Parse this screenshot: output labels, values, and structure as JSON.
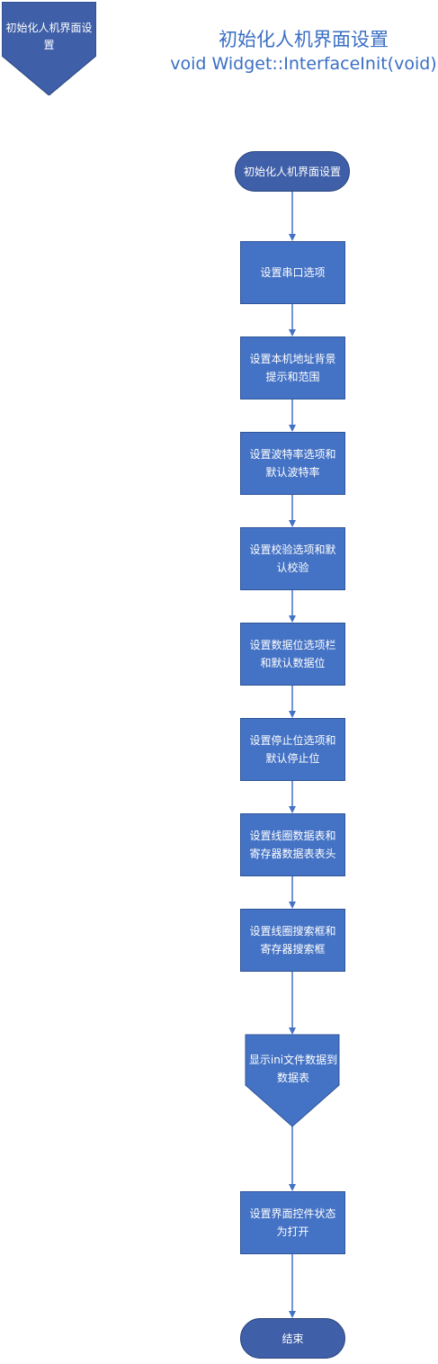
{
  "header": {
    "title": "初始化人机界面设置",
    "subtitle": "void Widget::InterfaceInit(void)"
  },
  "corner_label": "初始化人机界面设置",
  "flow": {
    "start": "初始化人机界面设置",
    "steps": [
      "设置串口选项",
      "设置本机地址背景提示和范围",
      "设置波特率选项和默认波特率",
      "设置校验选项和默认校验",
      "设置数据位选项栏和默认数据位",
      "设置停止位选项和默认停止位",
      "设置线圈数据表和寄存器数据表表头",
      "设置线圈搜索框和寄存器搜索框"
    ],
    "display": "显示ini文件数据到数据表",
    "final_step": "设置界面控件状态为打开",
    "end": "结束"
  },
  "colors": {
    "box_fill": "#4472c4",
    "terminal_fill": "#3f5fa8",
    "arrow": "#4472c4",
    "title": "#3a6fc4"
  }
}
